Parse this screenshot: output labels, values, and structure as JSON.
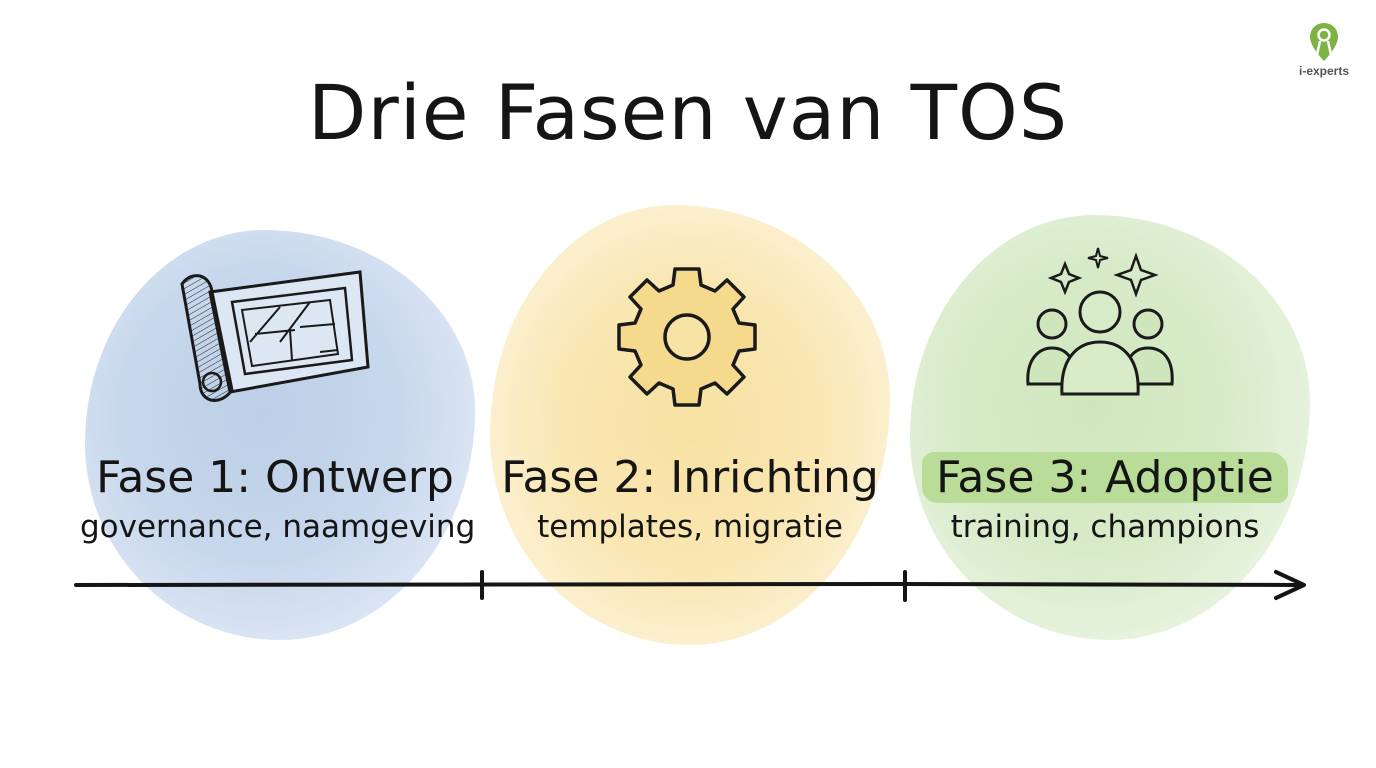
{
  "title": "Drie Fasen van TOS",
  "logo": {
    "icon": "location-pin-person-icon",
    "label": "i-experts",
    "color": "#7cb342"
  },
  "colors": {
    "phase1": "#c7d7ec",
    "phase2": "#f9e6b2",
    "phase3": "#d8ebc9",
    "highlight": "#b9dc98",
    "ink": "#151515"
  },
  "phases": [
    {
      "title": "Fase 1: Ontwerp",
      "subtitle": "governance, naamgeving",
      "icon": "blueprint-icon"
    },
    {
      "title": "Fase 2: Inrichting",
      "subtitle": "templates, migratie",
      "icon": "gear-icon"
    },
    {
      "title": "Fase 3: Adoptie",
      "subtitle": "training, champions",
      "icon": "people-sparkles-icon"
    }
  ],
  "timeline": {
    "direction": "left-to-right",
    "markers": 2
  }
}
